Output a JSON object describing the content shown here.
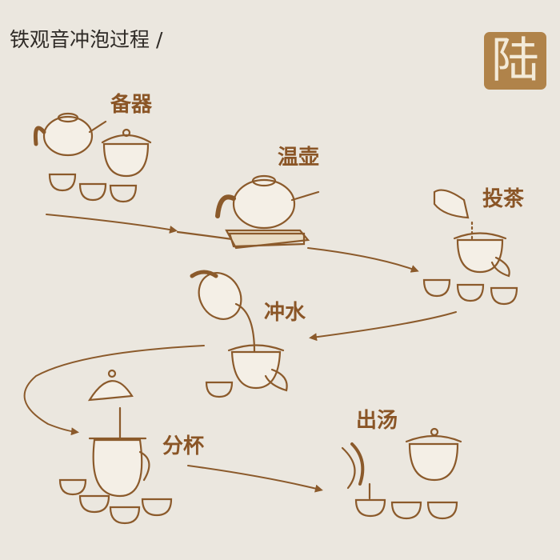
{
  "title": "铁观音冲泡过程 /",
  "seal": "陆",
  "steps": [
    {
      "label": "备器"
    },
    {
      "label": "温壶"
    },
    {
      "label": "投茶"
    },
    {
      "label": "冲水"
    },
    {
      "label": "分杯"
    },
    {
      "label": "出汤"
    }
  ],
  "colors": {
    "background": "#ebe7df",
    "line": "#8b5a2b",
    "seal": "#b0834a"
  }
}
